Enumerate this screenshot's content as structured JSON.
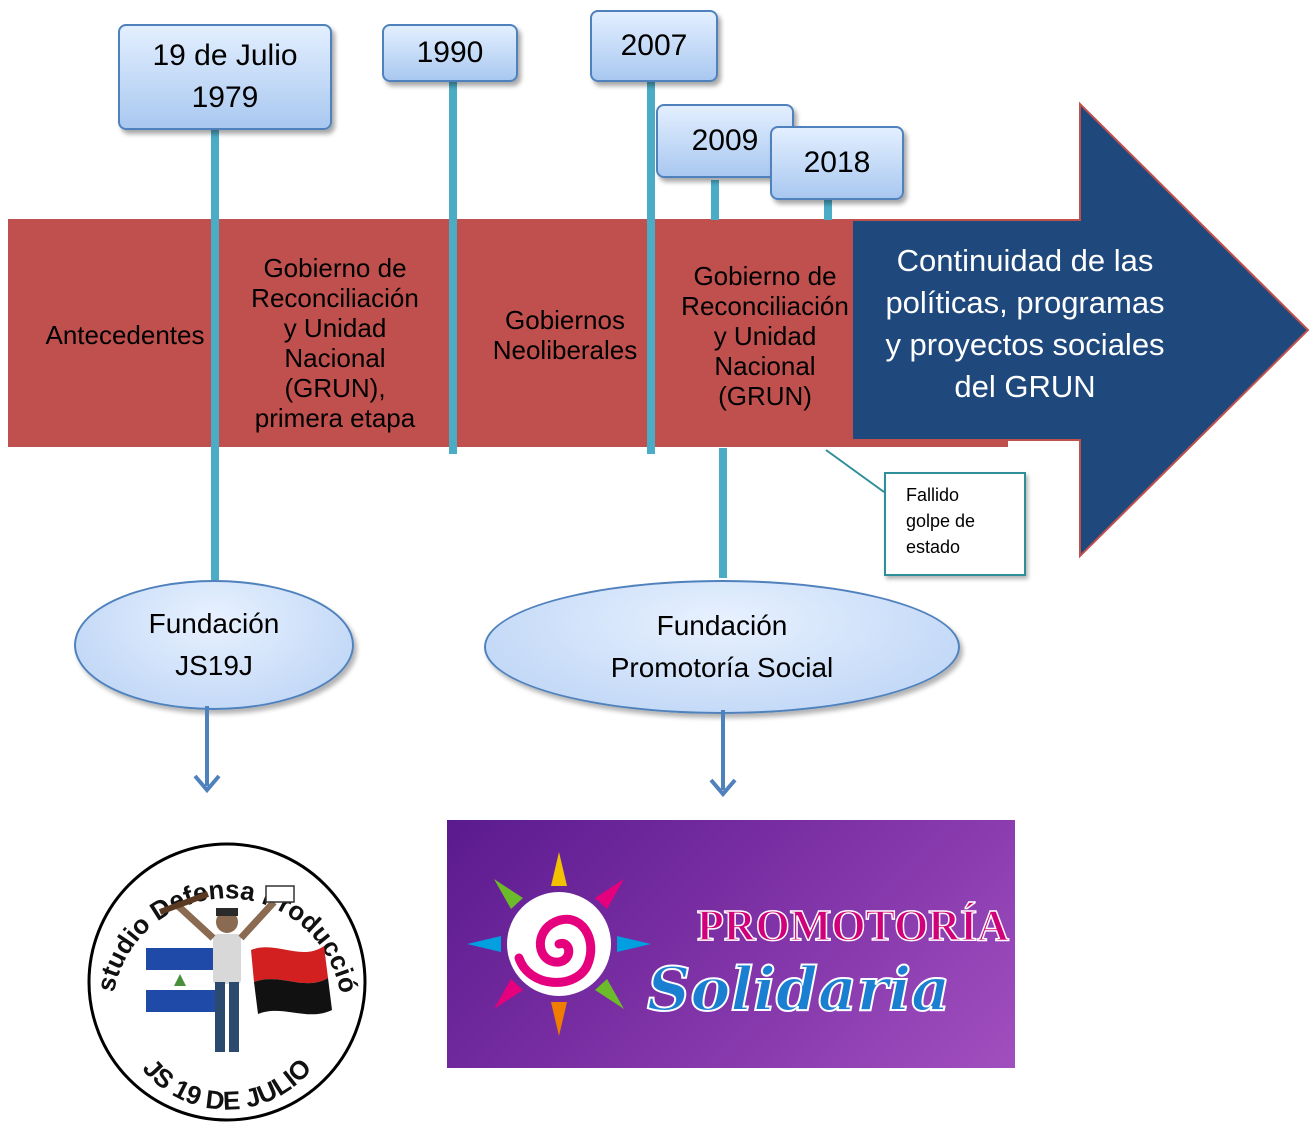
{
  "dates": {
    "d1979": "19 de Julio\n1979",
    "d1990": "1990",
    "d2007": "2007",
    "d2009": "2009",
    "d2018": "2018"
  },
  "segments": {
    "antecedentes": "Antecedentes",
    "grun1": "Gobierno de\nReconciliación\ny Unidad\nNacional\n(GRUN),\nprimera etapa",
    "neoliberales": "Gobiernos\nNeoliberales",
    "grun2": "Gobierno de\nReconciliación\ny Unidad\nNacional\n(GRUN)"
  },
  "arrow": {
    "text": "Continuidad de las\npolíticas, programas\ny proyectos sociales\ndel GRUN"
  },
  "callout": {
    "text": "Fallido\ngolpe de\nestado"
  },
  "foundations": {
    "js19j": "Fundación\nJS19J",
    "promotoria": "Fundación\nPromotoría Social"
  },
  "logos": {
    "js19_arc_top": "Estudio Defensa Producción",
    "js19_arc_bottom": "JS 19 DE JULIO",
    "promotoria_word1": "PROMOTORÍA",
    "promotoria_word2": "Solidaria"
  },
  "colors": {
    "band": "#c0504d",
    "arrow": "#1f497d",
    "line": "#4bacc6",
    "box_border": "#4f81bd"
  }
}
